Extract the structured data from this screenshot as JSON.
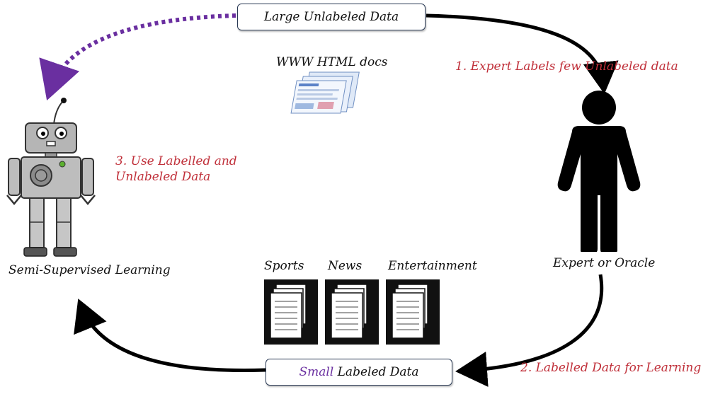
{
  "nodes": {
    "top_box": "Large Unlabeled Data",
    "bottom_box_highlight": "Small",
    "bottom_box_rest": " Labeled Data",
    "www_docs": "WWW HTML docs",
    "expert": "Expert or Oracle",
    "learner": "Semi-Supervised Learning"
  },
  "steps": {
    "step1": "1. Expert Labels few  Unlabeled data",
    "step2": "2. Labelled Data for Learning",
    "step3_line1": "3. Use  Labelled and",
    "step3_line2": "Unlabeled Data"
  },
  "categories": [
    "Sports",
    "News",
    "Entertainment"
  ],
  "colors": {
    "arrow": "#000000",
    "dotted_arrow": "#6a2fa0",
    "step_text": "#c0303a",
    "highlight": "#6a2fa0"
  },
  "icons": {
    "expert": "person-icon",
    "learner": "robot-icon",
    "docs": "document-stack-icon"
  }
}
